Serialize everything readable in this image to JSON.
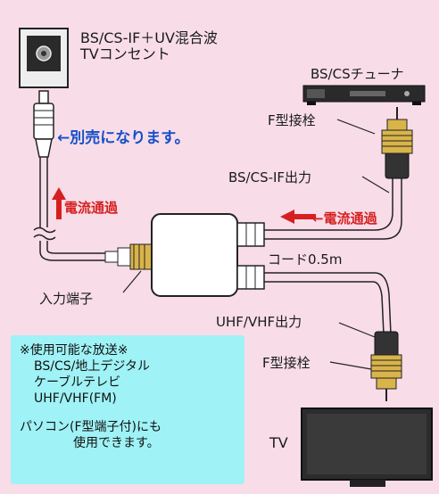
{
  "labels": {
    "outlet_line1": "BS/CS-IF＋UV混合波",
    "outlet_line2": "TVコンセント",
    "tuner": "BS/CSチューナ",
    "f_type_top": "F型接栓",
    "bs_cs_output": "BS/CS-IF出力",
    "sold_separately": "←別売になります。",
    "current_left": "電流通過",
    "current_right": "←電流通過",
    "cord": "コード0.5m",
    "input_terminal": "入力端子",
    "uv_output": "UHF/VHF出力",
    "f_type_bottom": "F型接栓",
    "tv": "TV"
  },
  "info": {
    "title": "※使用可能な放送※",
    "line1": "BS/CS/地上デジタル",
    "line2": "ケーブルテレビ",
    "line3": "UHF/VHF(FM)",
    "note1": "パソコン(F型端子付)にも",
    "note2": "使用できます。"
  },
  "colors": {
    "background": "#f8dce8",
    "info_box": "#9ff2f6",
    "accent_red": "#d62020",
    "accent_blue": "#1650c8",
    "gold_connector": "#d9b44a"
  }
}
